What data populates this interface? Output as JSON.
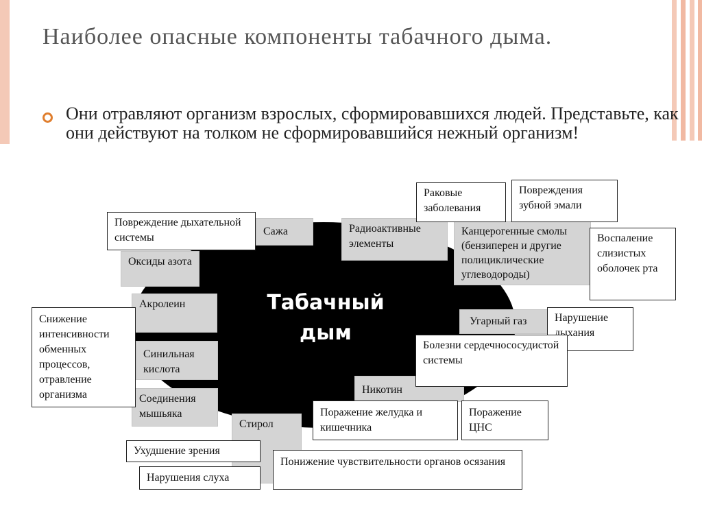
{
  "slide": {
    "title": "Наиболее опасные компоненты табачного дыма.",
    "bullet": "Они отравляют организм взрослых, сформировавшихся людей. Представьте, как они действуют на толком не сформировавшийся нежный организм!"
  },
  "diagram": {
    "center": "Табачный дым",
    "components": {
      "sazha": "Сажа",
      "oksidy_azota": "Оксиды азота",
      "akrolein": "Акролеин",
      "sinilnaya_kislota": "Синильная кислота",
      "soedineniya_myshyaka": "Соединения мышьяка",
      "stirol": "Стирол",
      "radioaktivnye_elementy": "Радиоактивные элементы",
      "kantserogennye_smoly": "Канцерогенные смолы (бензиперен и другие полициклические углеводороды)",
      "ugarny_gaz": "Угарный газ",
      "nikotin": "Никотин"
    },
    "effects": {
      "povrezhdenie_dykhatelnoy": "Повреждение дыхательной системы",
      "snizhenie_intensivnosti": "Снижение интенсивности обменных процессов, отравление организма",
      "ukhudshenie_zreniya": "Ухудшение зрения",
      "narusheniya_slukha": "Нарушения слуха",
      "rakovye_zabolevaniya": "Раковые заболевания",
      "povrezhdeniya_zubnoy_emali": "Повреждения зубной эмали",
      "vospalenie_slizistykh": "Воспаление слизистых оболочек рта",
      "narushenie_dykhaniya": "Нарушение дыхания",
      "bolezni_serdechno": "Болезни сердечнососудистой системы",
      "porazhenie_zheludka": "Поражение желудка и кишечника",
      "porazhenie_tsns": "Поражение ЦНС",
      "ponizhenie_chuvstvitelnosti": "Понижение чувствительности органов осязания"
    }
  },
  "colors": {
    "accent_orange": "#e07f2f",
    "stripe_peach": "#f4c9b7",
    "component_gray": "#d4d4d4",
    "ellipse_black": "#000000"
  }
}
